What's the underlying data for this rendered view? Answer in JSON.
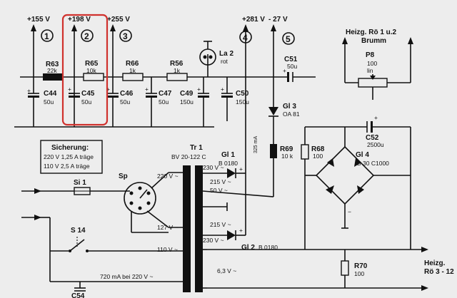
{
  "rails": {
    "v155": "+155 V",
    "v198": "+198 V",
    "v255": "+255 V",
    "v281": "+281 V",
    "v27": "- 27 V"
  },
  "circles": [
    "1",
    "2",
    "3",
    "4",
    "5"
  ],
  "resistors": {
    "r63": {
      "name": "R63",
      "value": "22k"
    },
    "r65": {
      "name": "R65",
      "value": "10k"
    },
    "r66": {
      "name": "R66",
      "value": "1k"
    },
    "r56": {
      "name": "R56",
      "value": "1k"
    },
    "r69": {
      "name": "R69",
      "value": "10 k"
    },
    "r68": {
      "name": "R68",
      "value": "100"
    },
    "r70": {
      "name": "R70",
      "value": "100"
    }
  },
  "capacitors": {
    "c44": {
      "name": "C44",
      "value": "50u"
    },
    "c45": {
      "name": "C45",
      "value": "50u"
    },
    "c46": {
      "name": "C46",
      "value": "50u"
    },
    "c47": {
      "name": "C47",
      "value": "50u"
    },
    "c49": {
      "name": "C49",
      "value": "150u"
    },
    "c50": {
      "name": "C50",
      "value": "150u"
    },
    "c51": {
      "name": "C51",
      "value": "50u"
    },
    "c52": {
      "name": "C52",
      "value": "2500u"
    },
    "c54": {
      "name": "C54"
    }
  },
  "lamp": {
    "name": "La 2",
    "color": "rot"
  },
  "heater": {
    "title": "Heizg. Rö 1 u.2",
    "sub": "Brumm"
  },
  "pot": {
    "name": "P8",
    "value": "100",
    "taper": "lin"
  },
  "diode_gl3": {
    "name": "Gl 3",
    "type": "OA 81"
  },
  "current": "325 mA",
  "fuse_box": {
    "title": "Sicherung:",
    "line1": "220 V 1,25 A träge",
    "line2": "110 V 2,5 A träge"
  },
  "transformer": {
    "name": "Tr 1",
    "type": "BV 20-122 C"
  },
  "rect_gl1": {
    "name": "Gl 1",
    "type": "B 0180"
  },
  "rect_gl2": {
    "name": "Gl 2",
    "type": "B 0180"
  },
  "bridge_gl4": {
    "name": "Gl 4",
    "type": "B 30 C1000"
  },
  "selector": "Sp",
  "fuse_si1": "Si 1",
  "switch_s14": "S 14",
  "windings": {
    "p220": "220 V ~",
    "p127": "127 V ~",
    "p110": "110 V ~",
    "s230a": "230 V ~",
    "s215a": "215 V ~",
    "s50": "50 V ~",
    "s215b": "215 V ~",
    "s230b": "230 V ~",
    "s63": "6,3 V ~"
  },
  "mains_current": "720 mA bei 220 V ~",
  "heater_out": {
    "line1": "Heizg.",
    "line2": "Rö 3 - 12"
  },
  "highlight_color": "#d0312d"
}
